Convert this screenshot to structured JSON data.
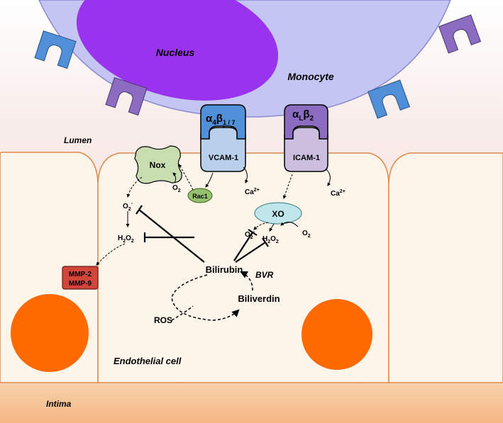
{
  "labels": {
    "nucleus": "Nucleus",
    "monocyte": "Monocyte",
    "lumen": "Lumen",
    "endothelial_cell": "Endothelial cell",
    "intima": "Intima",
    "nox": "Nox",
    "rac1": "Rac1",
    "vcam1": "VCAM-1",
    "icam1": "ICAM-1",
    "xo": "XO",
    "bilirubin": "Bilirubin",
    "biliverdin": "Biliverdin",
    "bvr": "BVR",
    "ros": "ROS",
    "mmp2": "MMP-2",
    "mmp9": "MMP-9",
    "ca_left": "Ca",
    "ca_right": "Ca",
    "ca_sup": "2+",
    "o2_nox": "O",
    "o2_xo": "O",
    "sub2": "2",
    "superoxide_left": "O",
    "superoxide_right": "O",
    "superoxide_sup": "-",
    "h2o2_left_h": "H",
    "h2o2_left_o": "O",
    "h2o2_right_h": "H",
    "h2o2_right_o": "O",
    "alpha": "α",
    "beta": "β",
    "integrin_a4_sub": "4",
    "integrin_b17_sub": "1 / 7",
    "integrin_aL_sub": "L",
    "integrin_b2_sub": "2"
  },
  "colors": {
    "lumen_bg": "#f7ebe6",
    "endothelium_fill": "#fdf4ea",
    "intima_fill": "#f6c79a",
    "monocyte_fill": "#c5c5f3",
    "nucleus_fill": "#9933ee",
    "receptor_blue": "#5090d8",
    "receptor_purple": "#8b6cc0",
    "vcam_fill": "#b8d0ec",
    "icam_fill": "#ccbedf",
    "nox_fill": "#c8ddb0",
    "rac1_fill": "#94c070",
    "xo_fill": "#bfe6ea",
    "mmp_fill": "#d2453a",
    "ec_nucleus": "#ff6a00"
  }
}
